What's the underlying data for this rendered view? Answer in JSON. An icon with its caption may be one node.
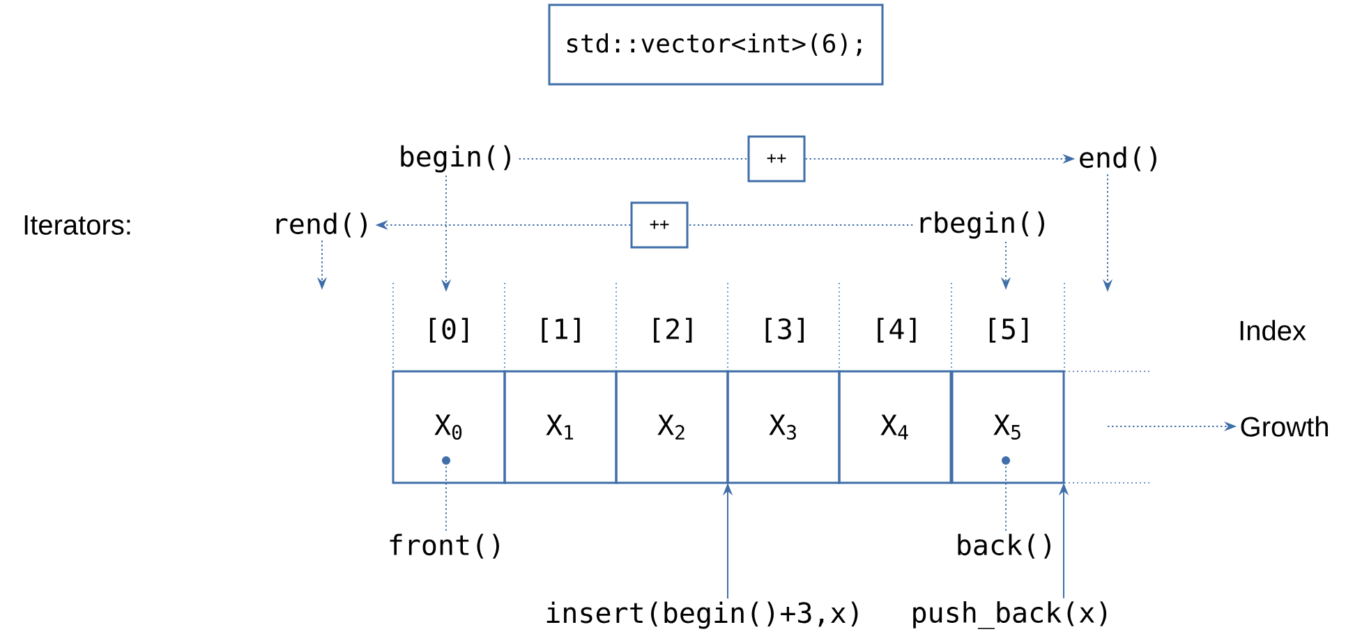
{
  "diagram": {
    "nodes": [
      {
        "text": [
          "std::vector<int>(6);"
        ]
      },
      {
        "text": [
          "begin()"
        ]
      },
      {
        "text": [
          "++"
        ]
      },
      {
        "text": [
          "end()"
        ]
      },
      {
        "text": [
          "rend()"
        ]
      },
      {
        "text": [
          "++"
        ]
      },
      {
        "text": [
          "rbegin()"
        ]
      },
      {
        "text": [
          "X$_{0}$"
        ]
      },
      {
        "text": [
          "X$_{1}$"
        ]
      },
      {
        "text": [
          "X$_{2}$"
        ]
      },
      {
        "text": [
          "X$_{3}$"
        ]
      },
      {
        "text": [
          "X$_{4}$"
        ]
      },
      {
        "text": [
          "X$_{5}$"
        ]
      },
      {
        "text": [],
        "shape": "circle",
        "in": 7
      },
      {
        "text": [],
        "shape": "circle",
        "in": 12
      },
      {
        "text": [
          "Growth"
        ]
      },
      {
        "text": [
          "front()"
        ]
      },
      {
        "text": [
          "back()"
        ]
      },
      {
        "text": [
          "insert(begin()+3,x)"
        ]
      },
      {
        "text": [
          "push_back(x)"
        ]
      }
    ],
    "edges": [
      {
        "from": 1,
        "to": 2,
        "arrow": "none",
        "style": "dashed"
      },
      {
        "from": 2,
        "to": 3,
        "arrow": "to",
        "style": "dashed"
      },
      {
        "from": 6,
        "to": 5,
        "arrow": "none",
        "style": "dashed"
      },
      {
        "from": 5,
        "to": 4,
        "arrow": "to",
        "style": "dashed"
      },
      {
        "from": 4,
        "to": null,
        "arrow": "to",
        "style": "dashed"
      },
      {
        "from": 1,
        "to": null,
        "arrow": "to",
        "style": "dashed"
      },
      {
        "from": 6,
        "to": null,
        "arrow": "to",
        "style": "dashed"
      },
      {
        "from": 3,
        "to": null,
        "arrow": "to",
        "style": "dashed"
      },
      {
        "from": null,
        "to": 15,
        "arrow": "to",
        "style": "dashed"
      },
      {
        "from": 16,
        "to": 13,
        "arrow": "none",
        "style": "dashed"
      },
      {
        "from": 17,
        "to": 14,
        "arrow": "none",
        "style": "dashed"
      },
      {
        "from": 18,
        "to": 9,
        "arrow": "to"
      },
      {
        "from": 19,
        "to": 12,
        "arrow": "to"
      }
    ],
    "labels": [
      "Iterators:",
      "[0]",
      "[1]",
      "[2]",
      "[3]",
      "[4]",
      "[5]",
      "Index"
    ]
  }
}
